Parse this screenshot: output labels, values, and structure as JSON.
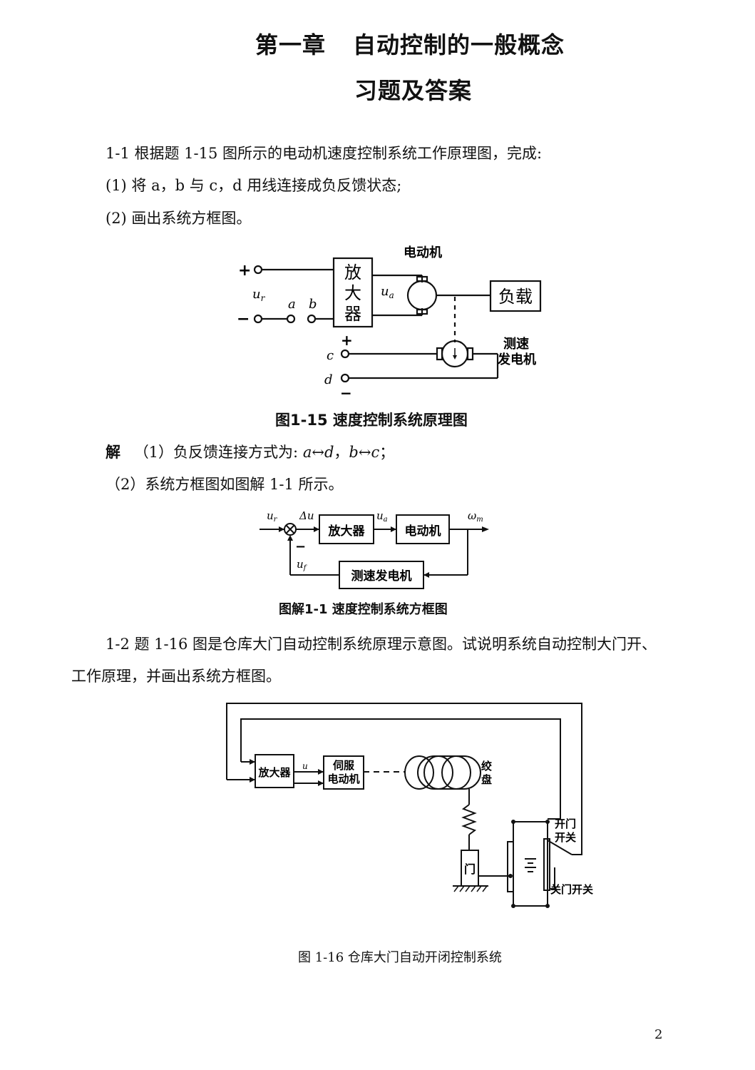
{
  "header": {
    "chapter": "第一章",
    "chapter_title": "自动控制的一般概念",
    "subtitle": "习题及答案"
  },
  "problem1": {
    "line1": "1-1  根据题 1-15 图所示的电动机速度控制系统工作原理图，完成:",
    "line2": "(1)  将 a，b 与 c，d 用线连接成负反馈状态;",
    "line3": "(2)  画出系统方框图。"
  },
  "fig1_15": {
    "motor_label": "电动机",
    "amplifier": "放大器",
    "load": "负载",
    "tachogen_line1": "测速",
    "tachogen_line2": "发电机",
    "plus": "+",
    "minus": "−",
    "ur": "u",
    "ur_sub": "r",
    "ua": "u",
    "ua_sub": "a",
    "a": "a",
    "b": "b",
    "c": "c",
    "d": "d",
    "caption": "图1-15   速度控制系统原理图"
  },
  "solution1": {
    "jie": "解",
    "line1_prefix": "（1）负反馈连接方式为:",
    "line1_a": "a",
    "line1_arrow1": "↔",
    "line1_d": "d",
    "line1_comma": "，",
    "line1_b": "b",
    "line1_arrow2": "↔",
    "line1_c": "c",
    "line1_end": "；",
    "line2": "（2）系统方框图如图解 1-1  所示。"
  },
  "fig_sol1_1": {
    "amplifier": "放大器",
    "motor": "电动机",
    "tachogen": "测速发电机",
    "ur": "u",
    "ur_sub": "r",
    "du": "Δu",
    "ua": "u",
    "ua_sub": "a",
    "wm": "ω",
    "wm_sub": "m",
    "uf": "u",
    "uf_sub": "f",
    "minus": "−",
    "caption": "图解1-1 速度控制系统方框图"
  },
  "problem2": {
    "line1": "1-2  题 1-16 图是仓库大门自动控制系统原理示意图。试说明系统自动控制大门开、",
    "line2": "工作原理，并画出系统方框图。"
  },
  "fig1_16": {
    "amplifier": "放大器",
    "u": "u",
    "servo_line1": "伺服",
    "servo_line2": "电动机",
    "drum_line1": "绞",
    "drum_line2": "盘",
    "door": "门",
    "open_switch_line1": "开门",
    "open_switch_line2": "开关",
    "close_switch": "关门开关",
    "caption": "图 1-16    仓库大门自动开闭控制系统"
  },
  "footer": {
    "page_number": "2"
  }
}
